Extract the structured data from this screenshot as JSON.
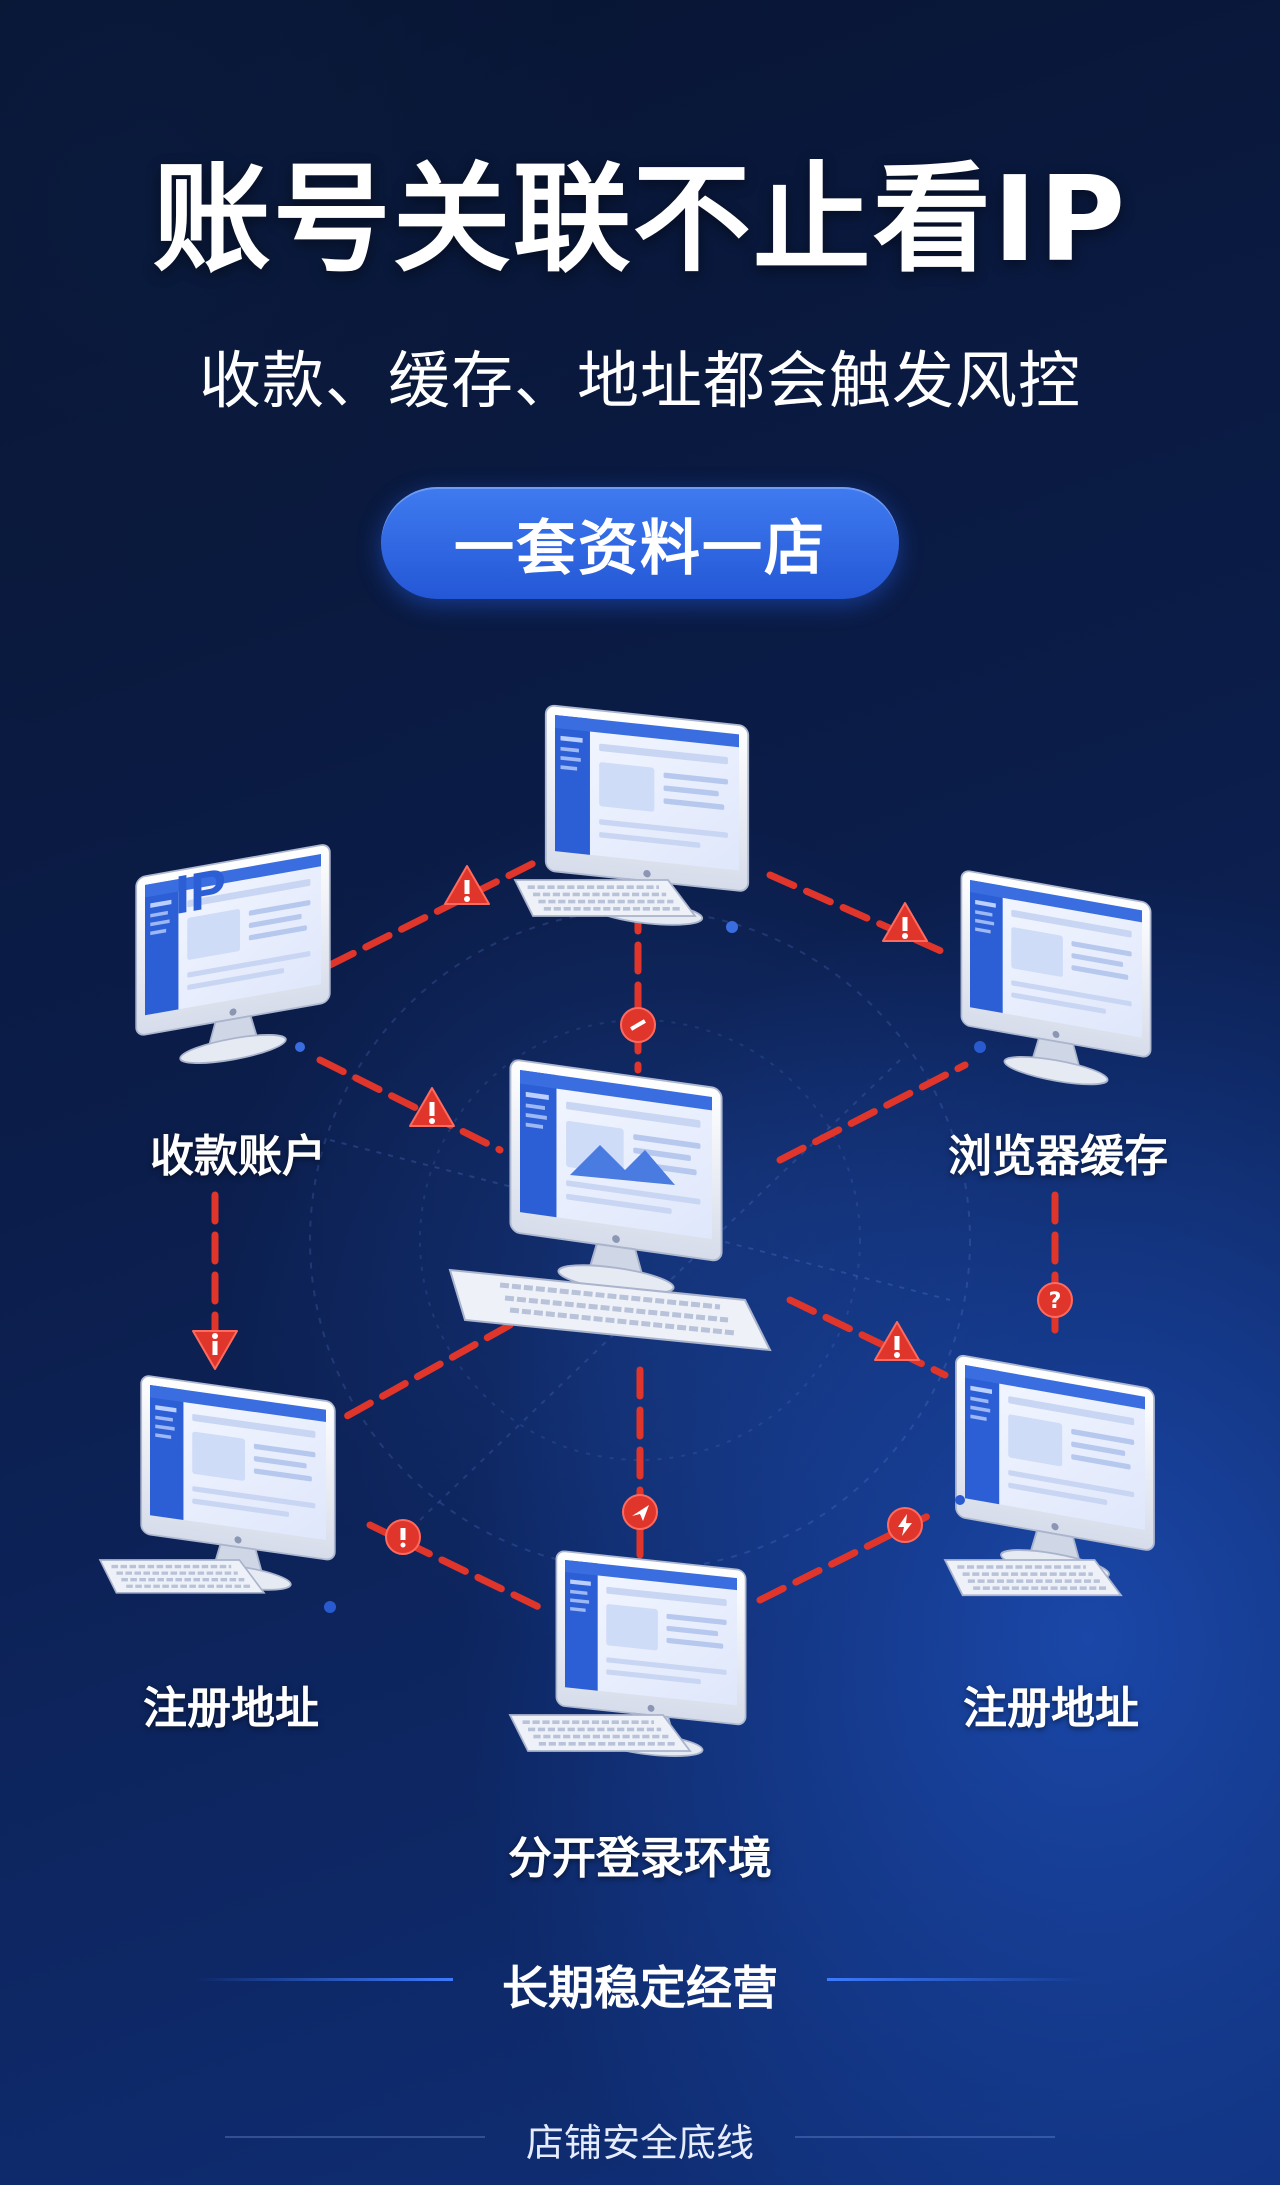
{
  "title": "账号关联不止看IP",
  "subtitle": "收款、缓存、地址都会触发风控",
  "badge": "一套资料一店",
  "nodes": {
    "left_top": "收款账户",
    "right_top": "浏览器缓存",
    "left_bottom": "注册地址",
    "right_bottom": "注册地址",
    "bottom": "分开登录环境"
  },
  "screen_text": {
    "ip": "IP"
  },
  "footer": {
    "main": "长期稳定经营",
    "sub": "店铺安全底线"
  },
  "colors": {
    "background": "#0b1d4a",
    "accent_blue": "#2f67e6",
    "warning_red": "#e0352b",
    "screen_blue": "#2c5fd6"
  },
  "icons": [
    "warning-icon",
    "question-icon",
    "lightning-icon",
    "monitor-icon",
    "laptop-icon"
  ]
}
